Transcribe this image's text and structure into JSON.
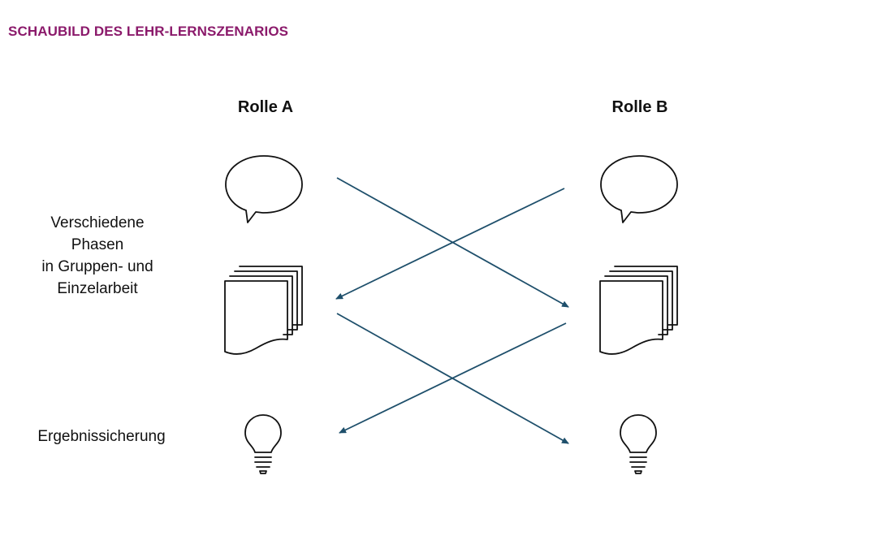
{
  "header": {
    "title": "SCHAUBILD DES LEHR-LERNSZENARIOS"
  },
  "roles": {
    "a": "Rolle A",
    "b": "Rolle B"
  },
  "labels": {
    "phases_lines": [
      "Verschiedene",
      "Phasen",
      "in Gruppen- und",
      "Einzelarbeit"
    ],
    "result": "Ergebnissicherung"
  },
  "icons": {
    "row1": "speech-bubble-icon",
    "row2": "stacked-documents-icon",
    "row3": "lightbulb-icon"
  },
  "colors": {
    "title": "#8b1a6b",
    "arrows": "#1e4f6b",
    "icon_stroke": "#111111"
  }
}
